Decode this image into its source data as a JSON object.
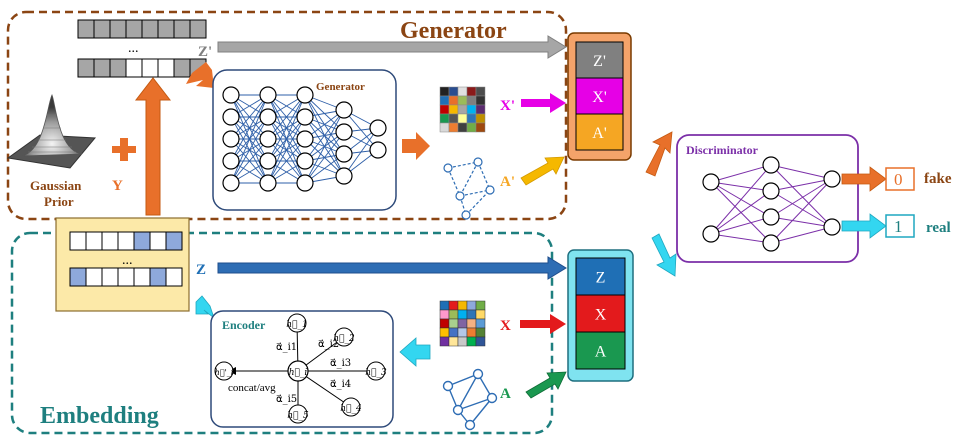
{
  "generator_region": {
    "title": "Generator",
    "frame_color": "#8B4513",
    "prior_label": "Gaussian Prior",
    "plus_symbol": "+",
    "y_label": "Y",
    "z_prime_label": "Z'",
    "x_prime_label": "X'",
    "a_prime_label": "A'",
    "network_box_title": "Generator",
    "ellipsis": "...",
    "stack": [
      "Z'",
      "X'",
      "A'"
    ],
    "stack_colors": [
      "#808080",
      "#E600E6",
      "#F5A623"
    ]
  },
  "embedding_region": {
    "title": "Embedding",
    "frame_color": "#1E7F7F",
    "z_label": "Z",
    "x_label": "X",
    "a_label": "A",
    "ellipsis": "...",
    "stack": [
      "Z",
      "X",
      "A"
    ],
    "stack_colors": [
      "#1F6FB5",
      "#E31A1C",
      "#1A9850"
    ]
  },
  "encoder": {
    "title": "Encoder",
    "center_node": "h⃗_i",
    "output_node": "h⃗'_i",
    "neighbors": [
      "h⃗_1",
      "h⃗_2",
      "h⃗_3",
      "h⃗_4",
      "h⃗_5"
    ],
    "attention": [
      "α⃗_i1",
      "α⃗_i2",
      "α⃗_i3",
      "α⃗_i4",
      "α⃗_i5"
    ],
    "aggregation": "concat/avg"
  },
  "discriminator": {
    "title": "Discriminator",
    "frame_color": "#7B2FA8",
    "outputs": [
      {
        "value": "0",
        "label": "fake",
        "label_color": "#8B4513",
        "arrow_color": "#E8702A"
      },
      {
        "value": "1",
        "label": "real",
        "label_color": "#1E7F7F",
        "arrow_color": "#33D6F0"
      }
    ]
  },
  "colors": {
    "orange_arrow": "#E8702A",
    "blue_arrow": "#2E6DB4",
    "gray_arrow": "#A6A6A6",
    "magenta_arrow": "#E600E6",
    "yellow_arrow": "#F5B800",
    "red_arrow": "#E31A1C",
    "green_arrow": "#1A9850",
    "cyan_arrow": "#33D6F0",
    "latent_fill": "#FCE9A8",
    "latent_blue": "#8EA9DB",
    "latent_gray": "#A6A6A6"
  }
}
